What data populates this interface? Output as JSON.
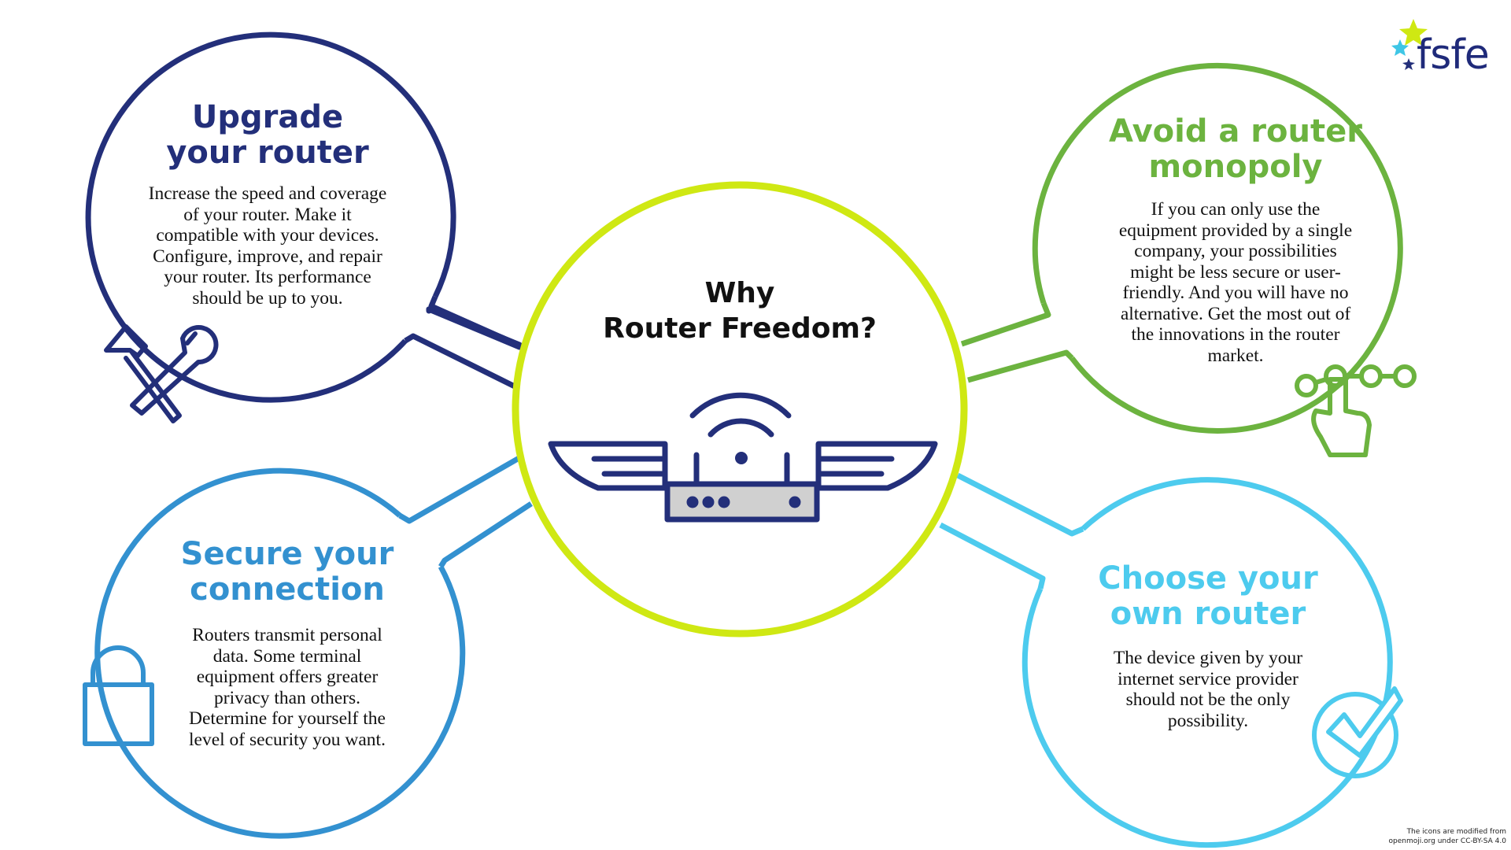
{
  "center": {
    "title_line1": "Why",
    "title_line2": "Router Freedom?"
  },
  "brand": {
    "name": "fsfe"
  },
  "colors": {
    "navy": "#232f7a",
    "lime": "#cfe813",
    "green": "#6cb33f",
    "blue": "#3391d0",
    "cyan": "#4dcbee"
  },
  "bubbles": [
    {
      "id": "upgrade",
      "title_line1": "Upgrade",
      "title_line2": "your router",
      "body": [
        "Increase the speed and coverage",
        "of your router. Make it",
        "compatible with your devices.",
        "Configure, improve, and repair",
        "your router. Its performance",
        "should be up to you."
      ],
      "icon": "tools-icon"
    },
    {
      "id": "monopoly",
      "title_line1": "Avoid a router",
      "title_line2": "monopoly",
      "body": [
        "If you can only use the",
        "equipment provided by a single",
        "company, your possibilities",
        "might be less secure or user-",
        "friendly. And you will have no",
        "alternative. Get the most out of",
        "the innovations in the router",
        "market."
      ],
      "icon": "slider-hand-icon"
    },
    {
      "id": "secure",
      "title_line1": "Secure your",
      "title_line2": "connection",
      "body": [
        "Routers transmit personal",
        "data. Some terminal",
        "equipment offers greater",
        "privacy than others.",
        "Determine for yourself the",
        "level of security you want."
      ],
      "icon": "padlock-icon"
    },
    {
      "id": "choose",
      "title_line1": "Choose your",
      "title_line2": "own router",
      "body": [
        "The device given by your",
        "internet service provider",
        "should not be the only",
        "possibility."
      ],
      "icon": "checkmark-icon"
    }
  ],
  "footer": {
    "credit_line1": "The icons are modified from",
    "credit_line2": "openmoji.org under CC-BY-SA 4.0"
  }
}
